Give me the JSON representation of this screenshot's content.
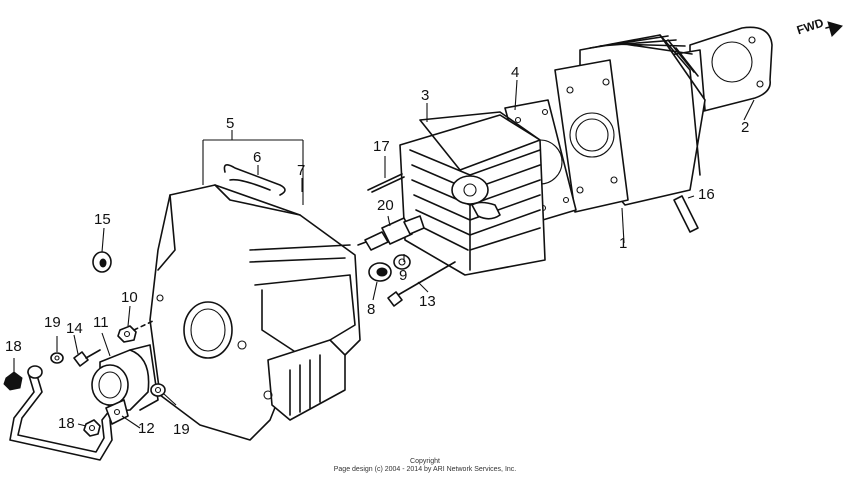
{
  "diagram": {
    "direction_label": "FWD",
    "copyright_line1": "Copyright",
    "copyright_line2": "Page design (c) 2004 - 2014 by ARI Network Services, Inc.",
    "callouts": [
      {
        "id": "c1",
        "text": "1"
      },
      {
        "id": "c2",
        "text": "2"
      },
      {
        "id": "c3",
        "text": "3"
      },
      {
        "id": "c4",
        "text": "4"
      },
      {
        "id": "c5",
        "text": "5"
      },
      {
        "id": "c6",
        "text": "6"
      },
      {
        "id": "c7",
        "text": "7"
      },
      {
        "id": "c8",
        "text": "8"
      },
      {
        "id": "c9",
        "text": "9"
      },
      {
        "id": "c10",
        "text": "10"
      },
      {
        "id": "c11",
        "text": "11"
      },
      {
        "id": "c12",
        "text": "12"
      },
      {
        "id": "c13",
        "text": "13"
      },
      {
        "id": "c14",
        "text": "14"
      },
      {
        "id": "c15",
        "text": "15"
      },
      {
        "id": "c16",
        "text": "16"
      },
      {
        "id": "c17",
        "text": "17"
      },
      {
        "id": "c18a",
        "text": "18"
      },
      {
        "id": "c18b",
        "text": "18"
      },
      {
        "id": "c19a",
        "text": "19"
      },
      {
        "id": "c19b",
        "text": "19"
      },
      {
        "id": "c20",
        "text": "20"
      }
    ]
  }
}
